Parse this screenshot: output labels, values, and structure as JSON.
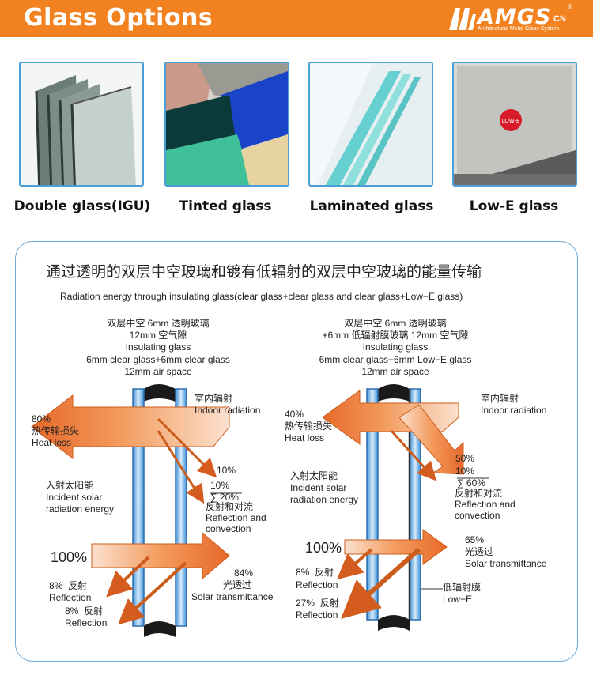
{
  "header": {
    "title": "Glass Options",
    "logo_main": "AMGS",
    "logo_cn": "CN",
    "logo_reg": "®",
    "logo_sub": "Architectural Metal Glass System",
    "accent": "#f2821f"
  },
  "gallery": [
    {
      "caption": "Double glass(IGU)",
      "icon": "double-glass-image"
    },
    {
      "caption": "Tinted glass",
      "icon": "tinted-glass-image"
    },
    {
      "caption": "Laminated glass",
      "icon": "laminated-glass-image"
    },
    {
      "caption": "Low-E glass",
      "icon": "low-e-glass-image",
      "sticker": "LOW-E"
    }
  ],
  "diagram": {
    "title_cn": "通过透明的双层中空玻璃和镀有低辐射的双层中空玻璃的能量传输",
    "subtitle": "Radiation energy through insulating glass(clear glass+clear glass and clear glass+Low−E glass)",
    "left": {
      "spec": [
        "双层中空 6mm 透明玻璃",
        "12mm 空气隙",
        "Insulating glass",
        "6mm clear glass+6mm clear glass",
        "12mm air space"
      ],
      "indoor_cn": "室内辐射",
      "indoor_en": "Indoor radiation",
      "heat_pct": "80%",
      "heat_cn": "热传输损失",
      "heat_en": "Heat loss",
      "incident_cn": "入射太阳能",
      "incident_en1": "Incident solar",
      "incident_en2": "radiation energy",
      "r1": "10%",
      "r2": "10%",
      "sum": "∑ 20%",
      "refl_cn": "反射和对流",
      "refl_en1": "Reflection and",
      "refl_en2": "convection",
      "in_pct": "100%",
      "trans_pct": "84%",
      "trans_cn": "光透过",
      "trans_en": "Solar  transmittance",
      "ref1_pct": "8%",
      "ref1_cn": "反射",
      "ref1_en": "Reflection",
      "ref2_pct": "8%",
      "ref2_cn": "反射",
      "ref2_en": "Reflection"
    },
    "right": {
      "spec": [
        "双层中空 6mm 透明玻璃",
        "+6mm 低辐射膜玻璃 12mm 空气隙",
        "Insulating glass",
        "6mm clear glass+6mm Low−E  glass",
        "12mm air space"
      ],
      "indoor_cn": "室内辐射",
      "indoor_en": "Indoor radiation",
      "heat_pct": "40%",
      "heat_cn": "热传输损失",
      "heat_en": "Heat loss",
      "incident_cn": "入射太阳能",
      "incident_en1": "Incident solar",
      "incident_en2": "radiation energy",
      "r1": "50%",
      "r2": "10%",
      "sum": "∑ 60%",
      "refl_cn": "反射和对流",
      "refl_en1": "Reflection and",
      "refl_en2": "convection",
      "in_pct": "100%",
      "trans_pct": "65%",
      "trans_cn": "光透过",
      "trans_en": "Solar  transmittance",
      "ref1_pct": "8%",
      "ref1_cn": "反射",
      "ref1_en": "Reflection",
      "ref2_pct": "27%",
      "ref2_cn": "反射",
      "ref2_en": "Reflection",
      "lowe_cn": "低辐射膜",
      "lowe_en": "Low−E"
    }
  }
}
